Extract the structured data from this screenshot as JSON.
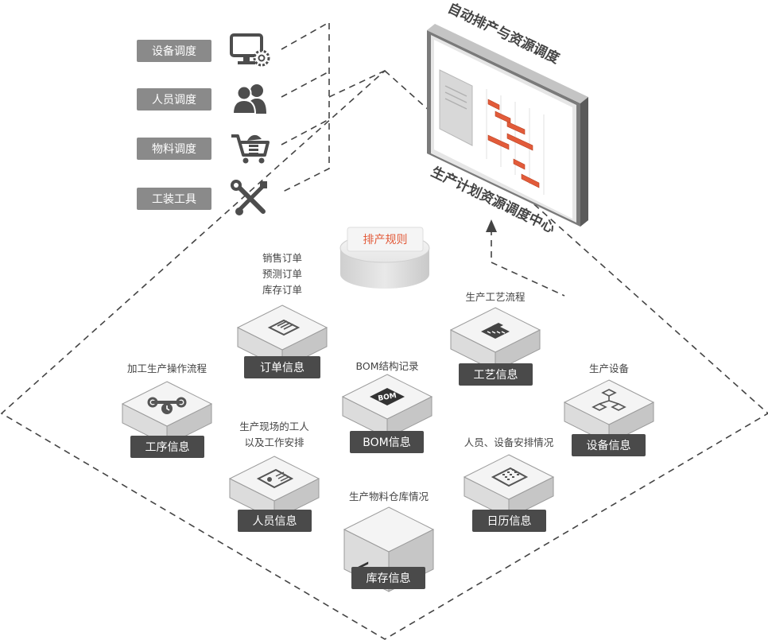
{
  "resource_items": [
    {
      "label": "设备调度",
      "icon": "monitor-gear-icon"
    },
    {
      "label": "人员调度",
      "icon": "people-icon"
    },
    {
      "label": "物料调度",
      "icon": "cart-icon"
    },
    {
      "label": "工装工具",
      "icon": "tools-icon"
    }
  ],
  "monitor": {
    "top_title": "自动排产与资源调度",
    "bottom_title": "生产计划资源调度中心"
  },
  "rules": {
    "label": "排产规则"
  },
  "modules": [
    {
      "id": "order",
      "label": "订单信息",
      "caption": [
        "销售订单",
        "预测订单",
        "库存订单"
      ],
      "icon": "document-icon"
    },
    {
      "id": "process",
      "label": "工艺信息",
      "caption": [
        "生产工艺流程"
      ],
      "icon": "ruler-icon"
    },
    {
      "id": "operation",
      "label": "工序信息",
      "caption": [
        "加工生产操作流程"
      ],
      "icon": "wrench-clock-icon"
    },
    {
      "id": "bom",
      "label": "BOM信息",
      "caption": [
        "BOM结构记录"
      ],
      "icon": "bom-icon"
    },
    {
      "id": "equipment",
      "label": "设备信息",
      "caption": [
        "生产设备"
      ],
      "icon": "flowchart-icon"
    },
    {
      "id": "staff",
      "label": "人员信息",
      "caption": [
        "生产现场的工人",
        "以及工作安排"
      ],
      "icon": "id-card-icon"
    },
    {
      "id": "calendar",
      "label": "日历信息",
      "caption": [
        "人员、设备安排情况"
      ],
      "icon": "calendar-icon"
    },
    {
      "id": "inventory",
      "label": "库存信息",
      "caption": [
        "生产物料仓库情况"
      ],
      "icon": "box-icon"
    }
  ],
  "colors": {
    "tag_bg": "#8a8a8a",
    "label_bg": "#4a4a4a",
    "accent": "#e25b3a",
    "line": "#444444",
    "block_top": "#f4f4f4",
    "block_side": "#d2d2d2"
  }
}
